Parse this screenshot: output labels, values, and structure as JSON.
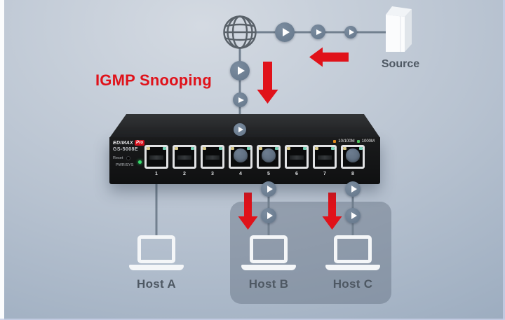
{
  "diagram_title": "IGMP Snooping",
  "source": {
    "label": "Source"
  },
  "switch": {
    "brand": "EDIMAX",
    "brand_badge": "Pro",
    "model": "GS-5008E",
    "reset_label": "Reset",
    "power_label": "PWR/SYS",
    "led_legend": [
      "10/100M",
      "1000M"
    ],
    "ports": [
      "1",
      "2",
      "3",
      "4",
      "5",
      "6",
      "7",
      "8"
    ],
    "connected_ports": [
      "1",
      "4",
      "5",
      "8"
    ]
  },
  "hosts": [
    {
      "label": "Host A"
    },
    {
      "label": "Host B"
    },
    {
      "label": "Host C"
    }
  ],
  "multicast_group": {
    "members": [
      "Host B",
      "Host C"
    ]
  },
  "colors": {
    "red": "#e0121a",
    "line": "#72808f",
    "node_fill": "#64768a",
    "label_text": "#4e5863",
    "brand_red": "#d5121e",
    "led_fast": "#e2891c",
    "led_giga": "#4fc45e",
    "led_amber": "#d8c98a",
    "led_teal": "#79d3b8",
    "pwr_led": "#36dd6d",
    "group_box": "rgba(90,102,120,0.40)"
  }
}
